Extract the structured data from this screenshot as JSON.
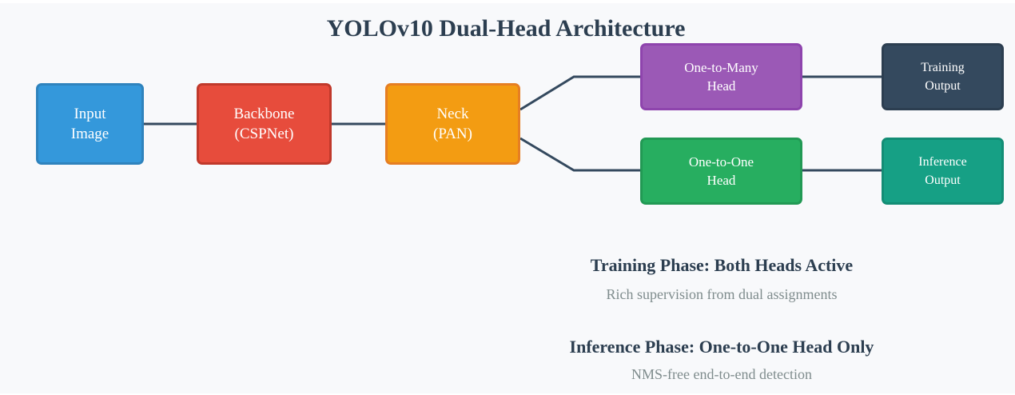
{
  "title": "YOLOv10 Dual-Head Architecture",
  "colors": {
    "background": "#f8f9fb",
    "connector": "#34495e",
    "input": "#3498db",
    "backbone": "#e74c3c",
    "neck": "#f39c12",
    "one_to_many": "#9b59b6",
    "one_to_one": "#27ae60",
    "training_output": "#34495e",
    "inference_output": "#16a085"
  },
  "nodes": {
    "input": "Input\nImage",
    "backbone": "Backbone\n(CSPNet)",
    "neck": "Neck\n(PAN)",
    "one_to_many": "One-to-Many\nHead",
    "one_to_one": "One-to-One\nHead",
    "training_output": "Training\nOutput",
    "inference_output": "Inference\nOutput"
  },
  "phases": {
    "training": {
      "title": "Training Phase: Both Heads Active",
      "description": "Rich supervision from dual assignments"
    },
    "inference": {
      "title": "Inference Phase: One-to-One Head Only",
      "description": "NMS-free end-to-end detection"
    }
  }
}
